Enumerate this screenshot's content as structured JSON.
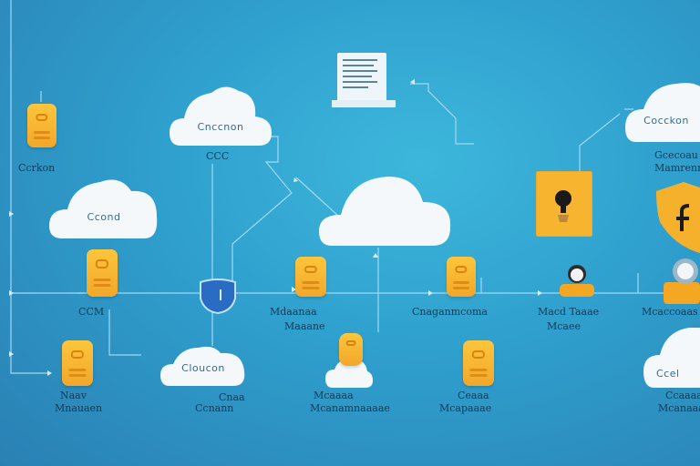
{
  "clouds": {
    "top_left": "Cnccnon",
    "top_center_sub": "CCC",
    "mid_left": "Ccond",
    "center": "",
    "bottom_left": "Cloucon",
    "top_right": "Cocckon",
    "bottom_right": "Ccel"
  },
  "labels": {
    "far_left_top": "Ccrkon",
    "left_mid": "CCM",
    "left_bottom_1": "Naav",
    "left_bottom_2": "Mnauaen",
    "col2_mid_1": "Mdaanaa",
    "col2_mid_2": "Maaane",
    "col2_bottom_1": "Cnaa",
    "col2_bottom_2": "Ccnann",
    "col3_bottom_1": "Mcaaaa",
    "col3_bottom_2": "Mcanamnaaaae",
    "col4_mid": "Cnaganmcoma",
    "col4_bottom_1": "Ceaaa",
    "col4_bottom_2": "Mcapaaae",
    "col5_mid_1": "Macd  Taaae",
    "col5_mid_2": "Mcaee",
    "right_top_1": "Gcecoau",
    "right_top_2": "Mamrenn",
    "right_mid": "Mcaccoaas",
    "right_bottom_1": "Ccaaaa",
    "right_bottom_2": "Mcanaaaa"
  },
  "colors": {
    "bg": "#2f9fcd",
    "tile": "#f8b531",
    "cloud": "#f4f8fb",
    "wire": "#8fd3ee",
    "shield_blue": "#2a6bc4"
  },
  "icons": [
    "document-icon",
    "lock-icon",
    "shield-icon",
    "user-icon",
    "database-tile-icon",
    "cloud-icon"
  ]
}
